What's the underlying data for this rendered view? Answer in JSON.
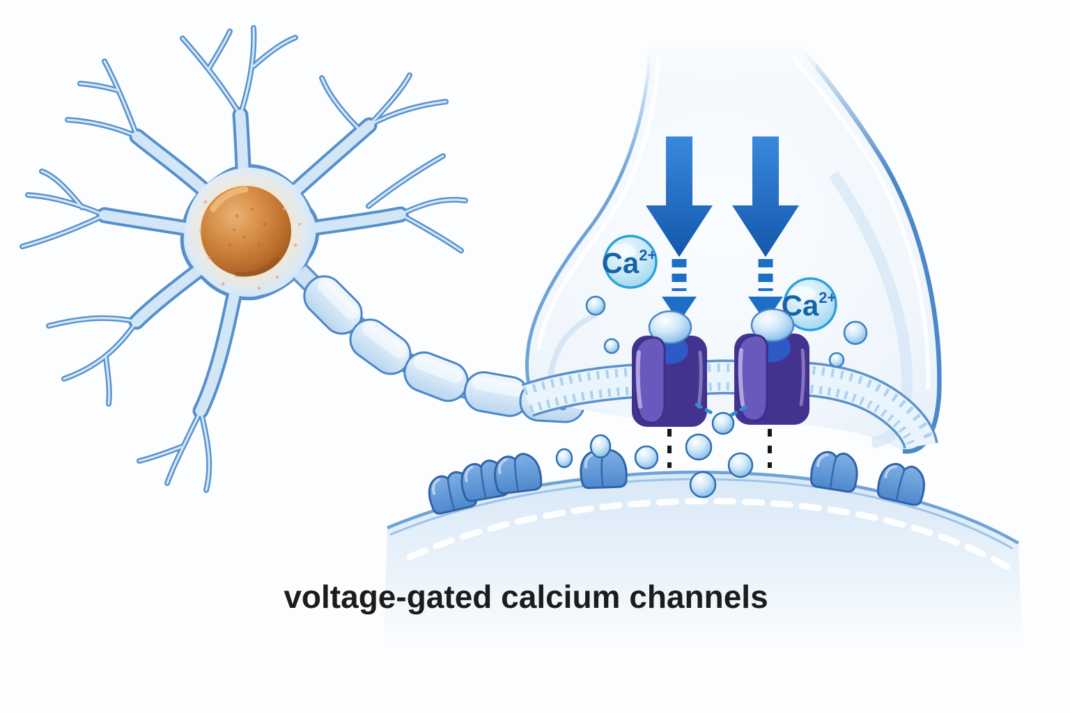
{
  "caption": {
    "text": "voltage-gated calcium channels"
  },
  "ions": {
    "left": {
      "symbol": "Ca",
      "charge": "2+"
    },
    "right": {
      "symbol": "Ca",
      "charge": "2+"
    }
  },
  "colors": {
    "background": "#fcfdff",
    "arrow_blue": "#1d6fc6",
    "membrane_edge_blue": "#4f8bca",
    "neuron_outline": "#5590cc",
    "neuron_fill": "#d2e6f7",
    "nucleus_orange": "#bc6f2d",
    "channel_purple": "#7a68c6",
    "channel_outline": "#43338f",
    "channel_pore_blue": "#2e5ac6",
    "ion_badge_fill": "#c9e9f8",
    "ion_badge_rim": "#2ba0da",
    "ion_text": "#1663a8",
    "vesicle_blue": "#8fc2ec",
    "caption_color": "#1c1c1e"
  }
}
